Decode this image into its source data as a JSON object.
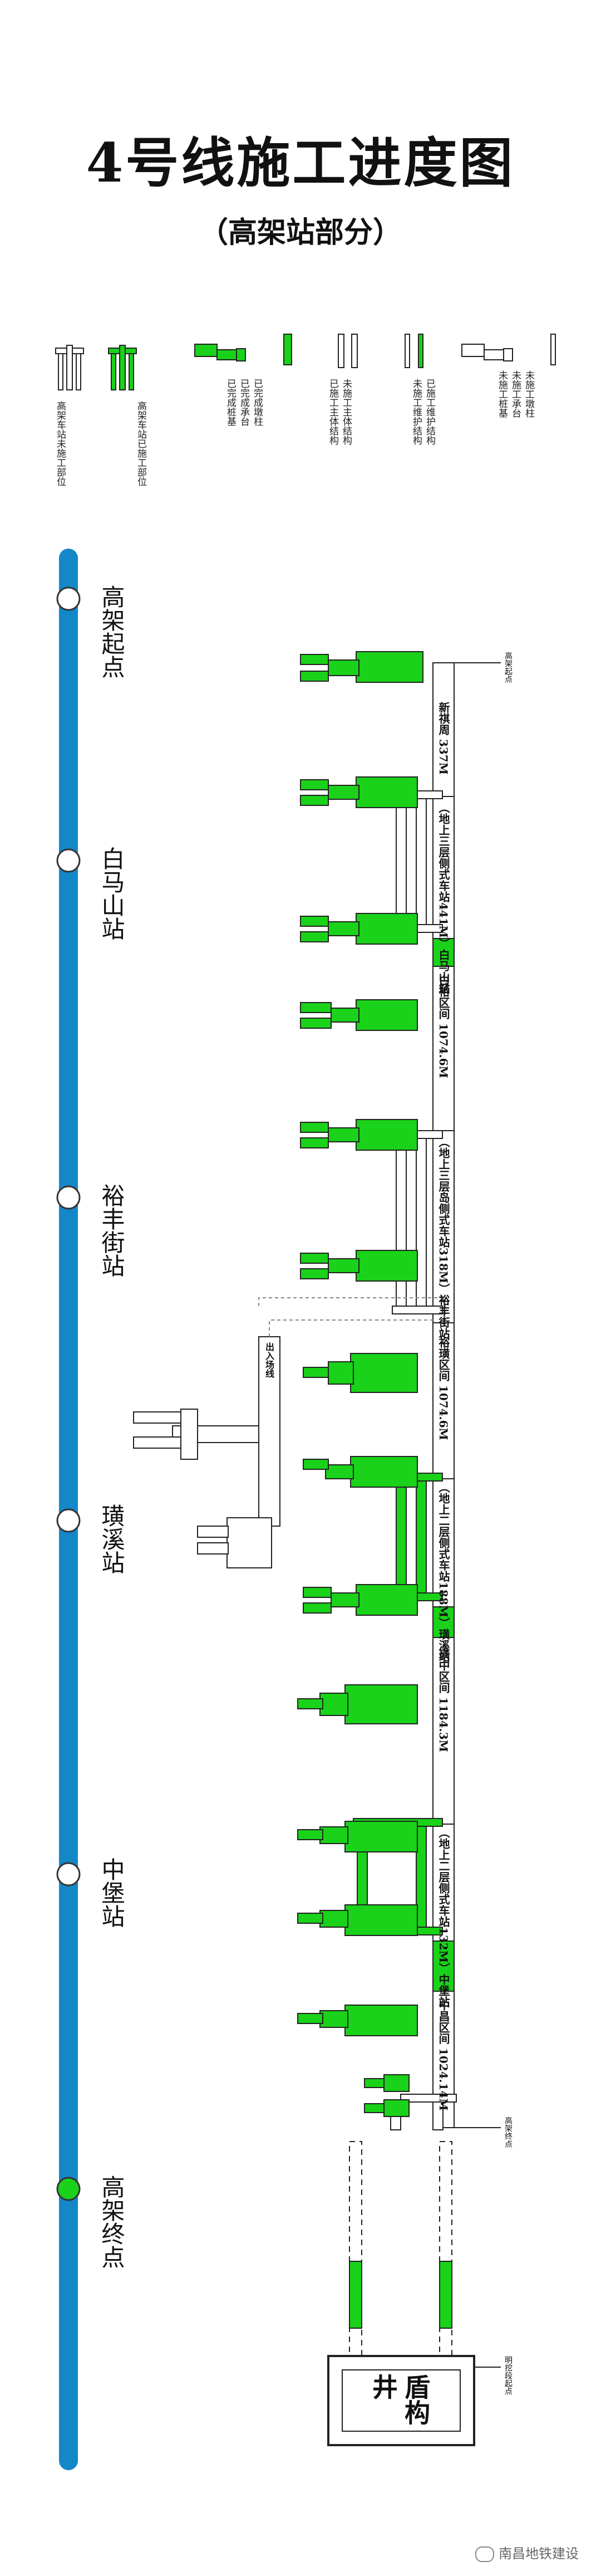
{
  "header": {
    "title": "4号线施工进度图",
    "subtitle": "（高架站部分）"
  },
  "legend": {
    "items": [
      {
        "label": "高架车站未施工部位",
        "swatch": "white"
      },
      {
        "label": "高架车站已施工部位",
        "swatch": "green"
      },
      {
        "label": "已完成墩柱",
        "swatch": "green"
      },
      {
        "label": "已完成承台",
        "swatch": "green"
      },
      {
        "label": "已完成桩基",
        "swatch": "green"
      },
      {
        "label": "已施工主体结构",
        "swatch": "green"
      },
      {
        "label": "未施工主体结构",
        "swatch": "white"
      },
      {
        "label": "已施工维护结构",
        "swatch": "green"
      },
      {
        "label": "未施工维护结构",
        "swatch": "white"
      },
      {
        "label": "未施工墩柱",
        "swatch": "white"
      },
      {
        "label": "未施工承台",
        "swatch": "white"
      },
      {
        "label": "未施工桩基",
        "swatch": "white"
      }
    ]
  },
  "stations": [
    {
      "name": "高架起点",
      "marker": "white"
    },
    {
      "name": "白马山站",
      "marker": "white"
    },
    {
      "name": "裕丰街站",
      "marker": "white"
    },
    {
      "name": "璜溪站",
      "marker": "white"
    },
    {
      "name": "中堡站",
      "marker": "white"
    },
    {
      "name": "高架终点",
      "marker": "green"
    }
  ],
  "segments": [
    {
      "label": "高架起点",
      "kind": "point"
    },
    {
      "label": "新祺周 337M",
      "kind": "interval"
    },
    {
      "label": "（地上三层侧式车站441M）白马山站",
      "kind": "station"
    },
    {
      "label": "白裕区间 1074.6M",
      "kind": "interval"
    },
    {
      "label": "（地上三层岛侧式车站318M）裕丰街站",
      "kind": "station"
    },
    {
      "label": "裕璜区间 1074.6M",
      "kind": "interval"
    },
    {
      "label": "（地上二层侧式车站188M）璜溪站",
      "kind": "station"
    },
    {
      "label": "璜中区间 1184.3M",
      "kind": "interval"
    },
    {
      "label": "（地上二层侧式车站132M）中堡站",
      "kind": "station"
    },
    {
      "label": "中昌区间 1024.14M",
      "kind": "interval"
    },
    {
      "label": "高架终点",
      "kind": "point"
    },
    {
      "label": "明挖段起点",
      "kind": "point"
    }
  ],
  "branch": {
    "label": "出入场线"
  },
  "shaft": {
    "label": "盾构井"
  },
  "watermark": {
    "text": "南昌地铁建设"
  },
  "colors": {
    "green": "#19d219",
    "blue": "#1487c8",
    "line": "#222222"
  }
}
